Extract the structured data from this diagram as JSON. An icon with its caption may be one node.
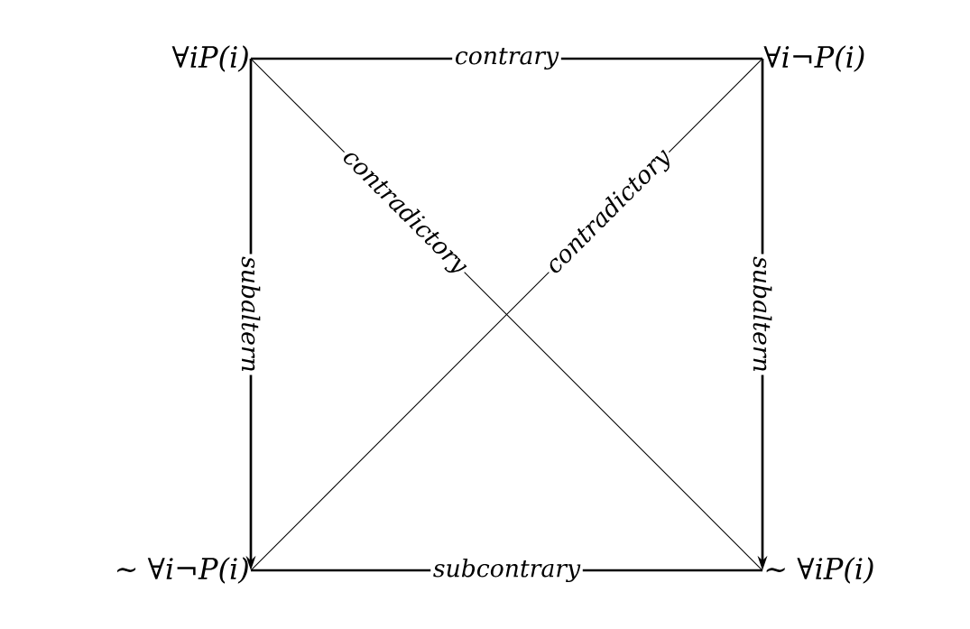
{
  "diagram": {
    "nodes": [
      {
        "text": [
          "∀iP(i)"
        ]
      },
      {
        "text": [
          "∀i¬P(i)"
        ]
      },
      {
        "text": [
          "∼ ∀i¬P(i)"
        ]
      },
      {
        "text": [
          "∼ ∀iP(i)"
        ]
      }
    ],
    "edges": [
      {
        "from": 0,
        "to": 1,
        "arrow": "none",
        "label": "contrary"
      },
      {
        "from": 2,
        "to": 3,
        "arrow": "none",
        "label": "subcontrary"
      },
      {
        "from": 0,
        "to": 2,
        "arrow": "to",
        "label": "subaltern"
      },
      {
        "from": 1,
        "to": 3,
        "arrow": "to",
        "label": "subaltern"
      },
      {
        "from": 0,
        "to": 3,
        "arrow": "none",
        "label": "contradictory"
      },
      {
        "from": 1,
        "to": 2,
        "arrow": "none",
        "label": "contradictory"
      }
    ]
  }
}
